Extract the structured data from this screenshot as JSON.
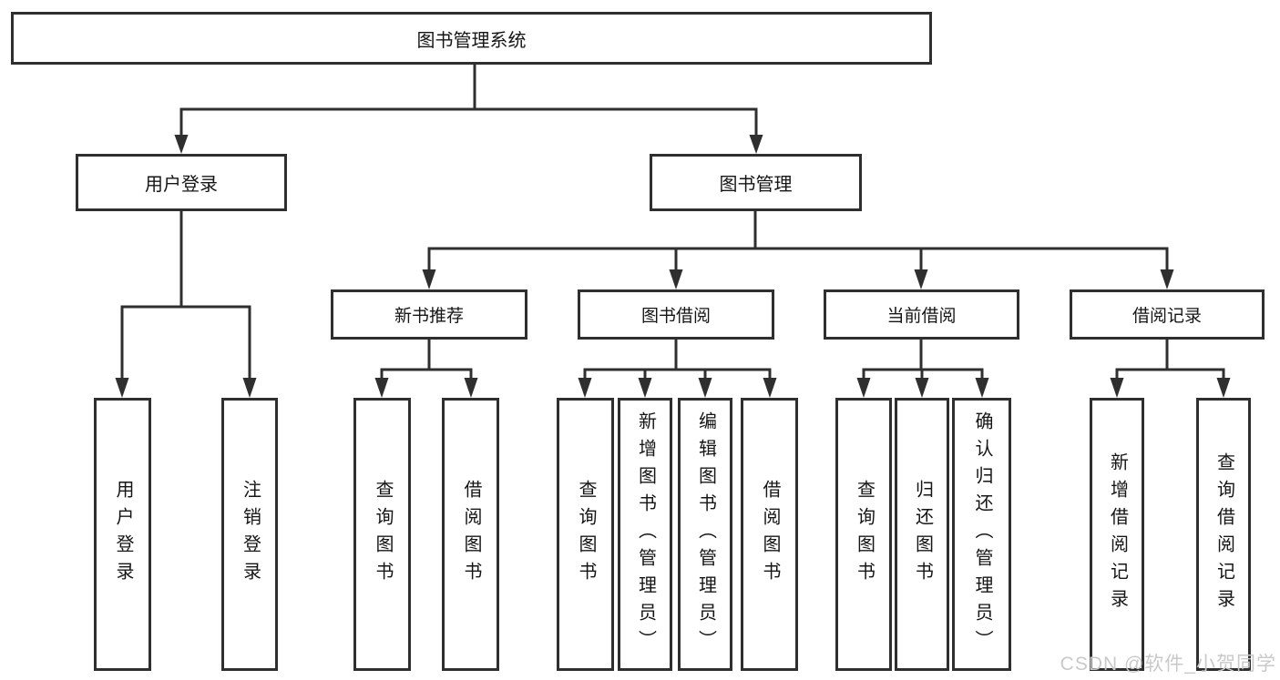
{
  "tree": {
    "root": "图书管理系统",
    "login_branch": {
      "label": "用户登录",
      "children": [
        "用户登录",
        "注销登录"
      ]
    },
    "mgmt_branch": {
      "label": "图书管理",
      "groups": [
        {
          "label": "新书推荐",
          "children": [
            "查询图书",
            "借阅图书"
          ]
        },
        {
          "label": "图书借阅",
          "children": [
            "查询图书",
            "新增图书（管理员）",
            "编辑图书（管理员）",
            "借阅图书"
          ]
        },
        {
          "label": "当前借阅",
          "children": [
            "查询图书",
            "归还图书",
            "确认归还（管理员）"
          ]
        },
        {
          "label": "借阅记录",
          "children": [
            "新增借阅记录",
            "查询借阅记录"
          ]
        }
      ]
    }
  },
  "watermark": "CSDN @软件_小贺同学",
  "colors": {
    "line": "#2f2f2f",
    "text": "#151515",
    "node_background": "#ffffff",
    "page_background": "#ffffff",
    "watermark": "#c9c9c9"
  }
}
